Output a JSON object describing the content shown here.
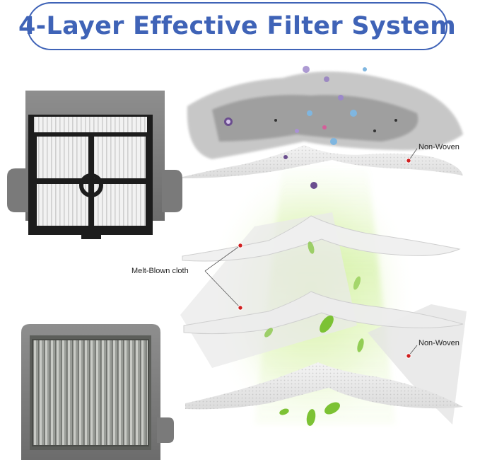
{
  "header": {
    "title": "4-Layer Effective Filter System"
  },
  "labels": {
    "top_layer": "Non-Woven",
    "middle_layers": "Melt-Blown cloth",
    "bottom_layer": "Non-Woven"
  },
  "colors": {
    "title": "#3f63b7",
    "marker": "#d01f1f",
    "frame": "#7b7b7b",
    "leaf": "#7cc234"
  },
  "images": {
    "top_filter": "hepa-filter-with-black-frame",
    "bottom_filter": "pleated-filter-grey-frame"
  }
}
